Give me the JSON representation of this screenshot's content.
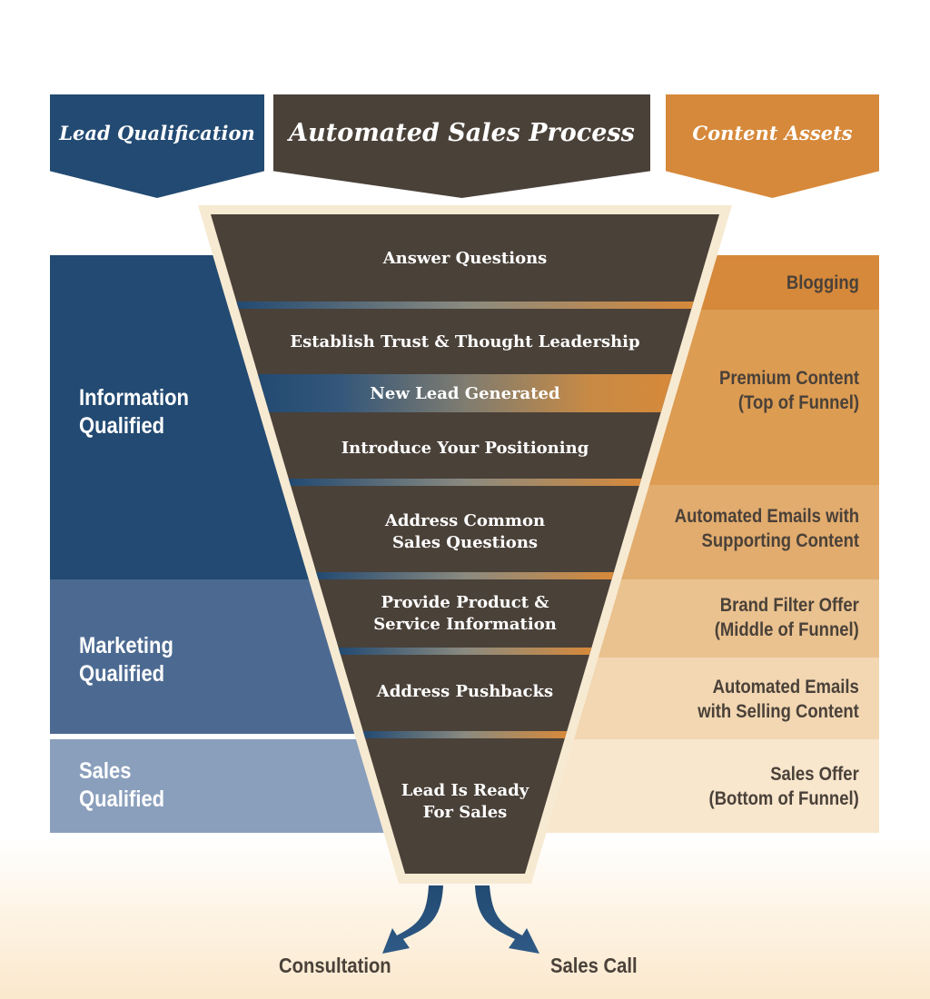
{
  "headers": {
    "lead_qualification": "Lead Qualification",
    "automated_sales_process": "Automated Sales Process",
    "content_assets": "Content Assets"
  },
  "qualification_levels": [
    {
      "label": "Information\nQualified",
      "color": "#224a72"
    },
    {
      "label": "Marketing\nQualified",
      "color": "#4c6a91"
    },
    {
      "label": "Sales\nQualified",
      "color": "#8a9fbc"
    }
  ],
  "funnel_stages": [
    {
      "label": "Answer Questions"
    },
    {
      "label": "Establish Trust & Thought Leadership"
    },
    {
      "label": "New Lead Generated"
    },
    {
      "label": "Introduce Your Positioning"
    },
    {
      "label": "Address Common\nSales Questions"
    },
    {
      "label": "Provide Product &\nService Information"
    },
    {
      "label": "Address Pushbacks"
    },
    {
      "label": "Lead Is Ready\nFor Sales"
    }
  ],
  "content_assets": [
    {
      "label": "Blogging",
      "color": "#d6893a"
    },
    {
      "label": "Premium Content\n(Top of Funnel)",
      "color": "#dc9c52"
    },
    {
      "label": "Automated Emails with\nSupporting Content",
      "color": "#e2ac6e"
    },
    {
      "label": "Brand Filter Offer\n(Middle of Funnel)",
      "color": "#eac28f"
    },
    {
      "label": "Automated Emails\nwith Selling Content",
      "color": "#f2d7b2"
    },
    {
      "label": "Sales Offer\n(Bottom of Funnel)",
      "color": "#f8e6cd"
    }
  ],
  "outcomes": {
    "left": "Consultation",
    "right": "Sales Call"
  },
  "colors": {
    "navy": "#224a72",
    "brown": "#4a4139",
    "orange": "#d6893a",
    "cream": "#f7ead2"
  }
}
